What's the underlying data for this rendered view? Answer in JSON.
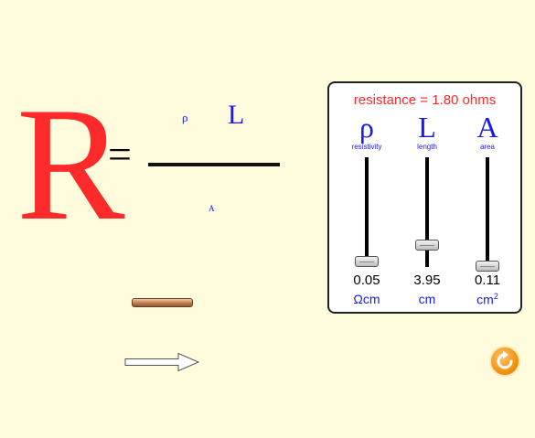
{
  "formula": {
    "resistance_symbol": "R",
    "equals": "=",
    "numerator_rho": "ρ",
    "numerator_L": "L",
    "denominator_A": "A"
  },
  "panel": {
    "resistance_text": "resistance = 1.80 ohms",
    "sliders": [
      {
        "symbol": "ρ",
        "label": "resistivity",
        "value": "0.05",
        "unit": "Ωcm",
        "level": 0.05
      },
      {
        "symbol": "L",
        "label": "length",
        "value": "3.95",
        "unit": "cm",
        "level": 0.2
      },
      {
        "symbol": "A",
        "label": "area",
        "value": "0.11",
        "unit_base": "cm",
        "unit_exp": "2",
        "level": 0.01
      }
    ]
  },
  "icons": {
    "reset": "reset-icon",
    "arrow": "current-arrow-icon"
  },
  "colors": {
    "background": "#fefcdc",
    "resistance_red": "#ff2a2a",
    "variable_blue": "#1a1aee"
  }
}
